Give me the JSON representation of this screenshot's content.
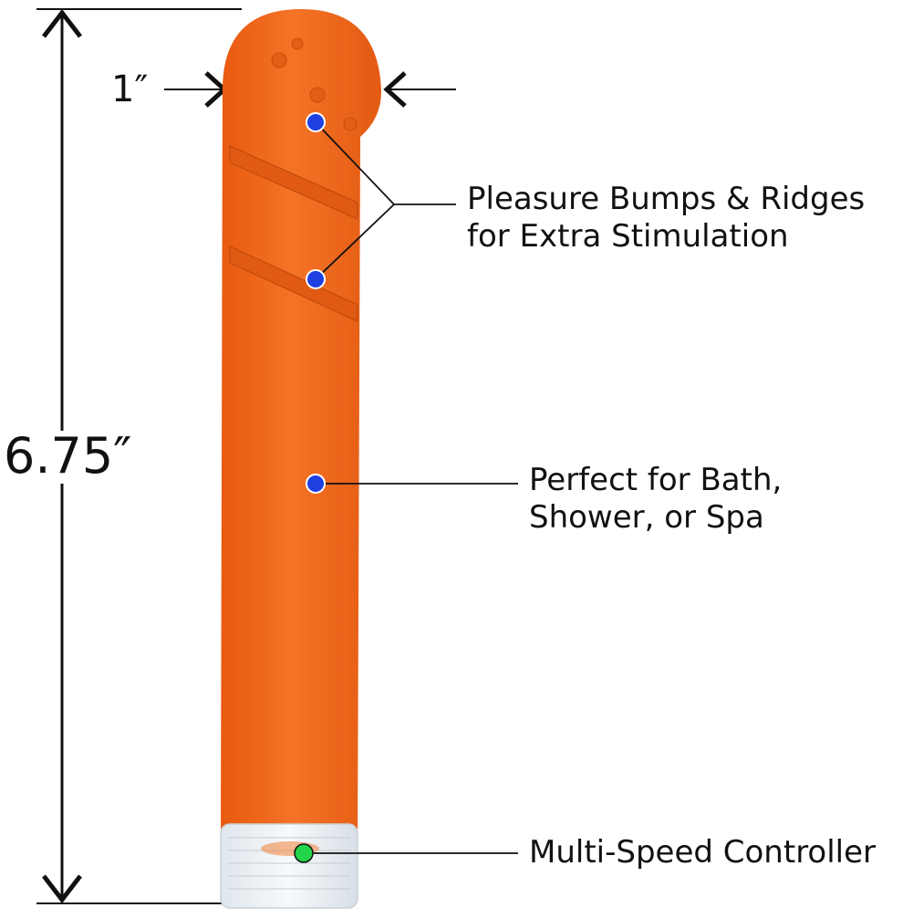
{
  "dimensions": {
    "height": "6.75″",
    "width": "1″"
  },
  "callouts": {
    "bumps": {
      "line1": "Pleasure Bumps & Ridges",
      "line2": "for Extra Stimulation"
    },
    "bath": {
      "line1": "Perfect for Bath,",
      "line2": "Shower, or Spa"
    },
    "controller": {
      "line1": "Multi-Speed Controller"
    }
  },
  "colors": {
    "body": "#f26a1b",
    "feature_dot": "#1f3fe0",
    "controller_dot": "#22d44a",
    "line": "#111111"
  }
}
